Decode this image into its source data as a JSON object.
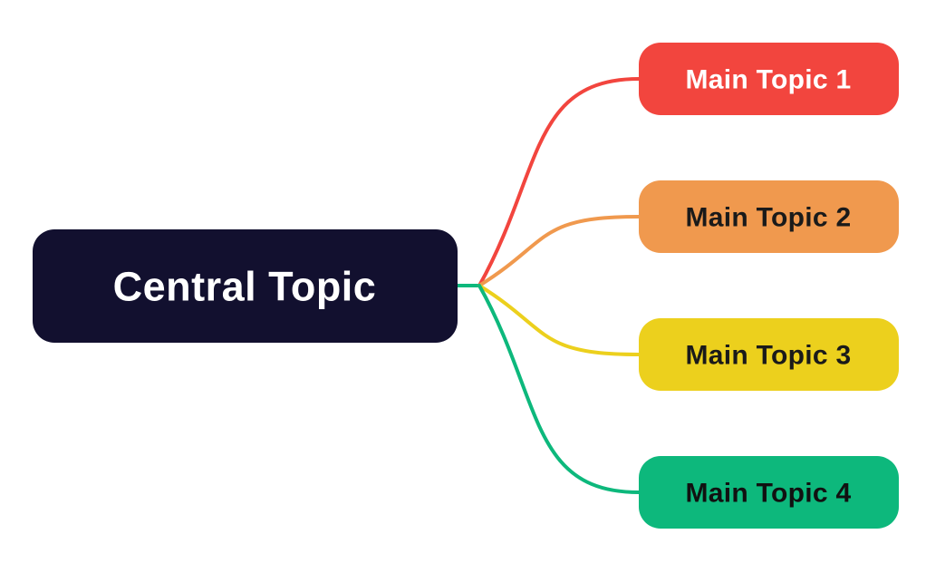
{
  "diagram": {
    "type": "mindmap",
    "background_color": "#ffffff",
    "central": {
      "label": "Central Topic",
      "bg": "#12102f",
      "text_color": "#ffffff"
    },
    "stub_color": "#0db87c",
    "branches": [
      {
        "label": "Main Topic 1",
        "bg": "#f2453e",
        "text_color": "#ffffff",
        "line_color": "#f2453e"
      },
      {
        "label": "Main Topic 2",
        "bg": "#f0994e",
        "text_color": "#1a1a1a",
        "line_color": "#f0994e"
      },
      {
        "label": "Main Topic 3",
        "bg": "#ecd01d",
        "text_color": "#1a1a1a",
        "line_color": "#ecd01d"
      },
      {
        "label": "Main Topic 4",
        "bg": "#0db87c",
        "text_color": "#111111",
        "line_color": "#0db87c"
      }
    ]
  }
}
